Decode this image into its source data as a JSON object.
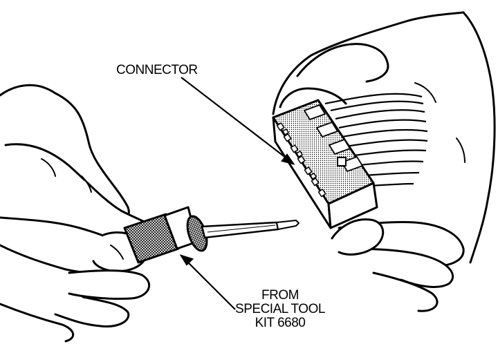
{
  "figure": {
    "callouts": {
      "connector": "CONNECTOR",
      "tool_line1": "FROM",
      "tool_line2": "SPECIAL TOOL",
      "tool_line3": "KIT 6680"
    },
    "colors": {
      "ink": "#000000",
      "paper": "#ffffff",
      "shade": "#c8c8c8"
    }
  }
}
